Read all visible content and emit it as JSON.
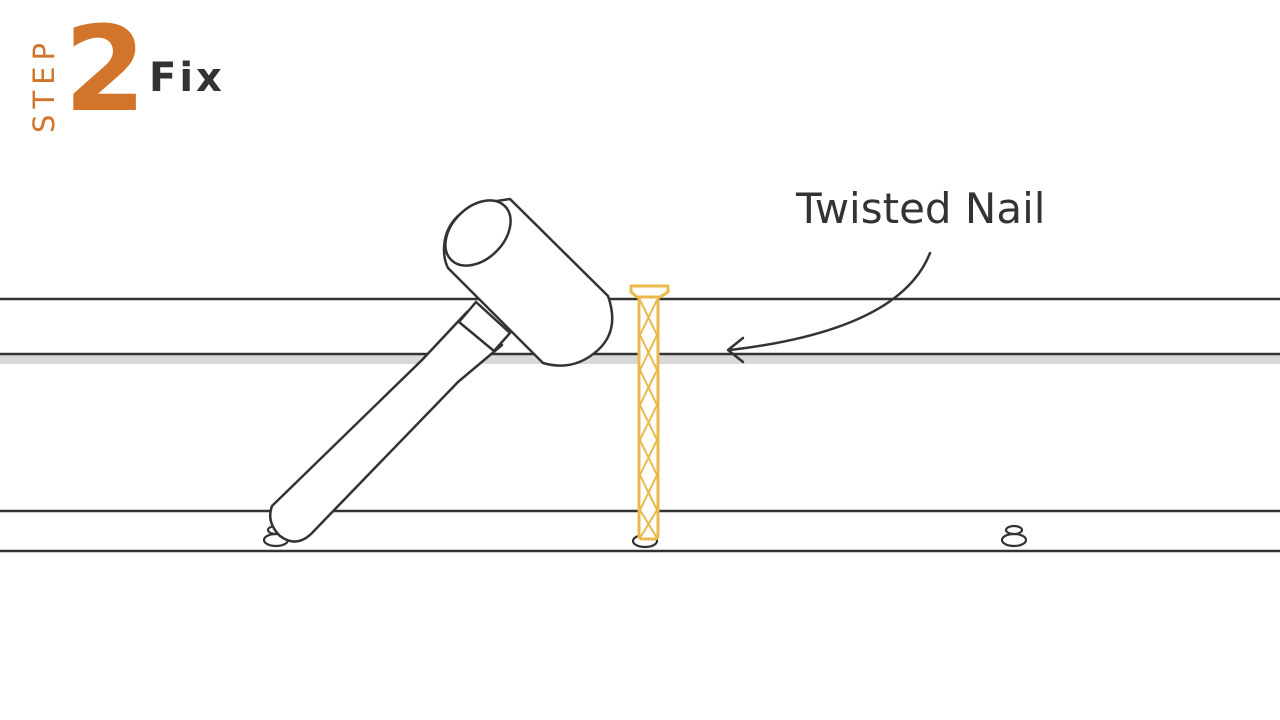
{
  "header": {
    "step_word": "STEP",
    "step_number": "2",
    "title": "Fix"
  },
  "callout": {
    "label": "Twisted Nail"
  },
  "colors": {
    "accent": "#d2742a",
    "ink": "#333333",
    "nail": "#e9b949",
    "board_shadow": "#d9d9d9"
  },
  "icons": [
    "mallet-icon",
    "twisted-nail-icon",
    "callout-arrow-icon",
    "nail-hole-icon"
  ]
}
